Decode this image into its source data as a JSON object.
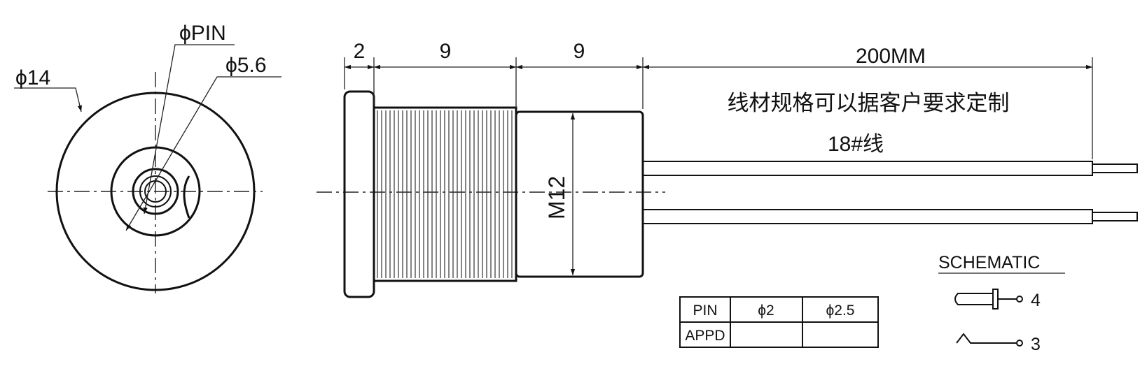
{
  "front_view": {
    "outer_diameter_label": "ϕ14",
    "pin_label": "ϕPIN",
    "inner_diameter_label": "ϕ5.6"
  },
  "side_view": {
    "dim_flange": "2",
    "dim_thread": "9",
    "dim_body": "9",
    "dim_wire": "200MM",
    "thread_label": "M12",
    "wire_note": "线材规格可以据客户要求定制",
    "wire_gauge": "18#线"
  },
  "pin_table": {
    "rows": [
      [
        "PIN",
        "ϕ2",
        "ϕ2.5"
      ],
      [
        "APPD",
        "",
        ""
      ]
    ]
  },
  "schematic": {
    "title": "SCHEMATIC",
    "pin_a": "4",
    "pin_b": "3"
  }
}
